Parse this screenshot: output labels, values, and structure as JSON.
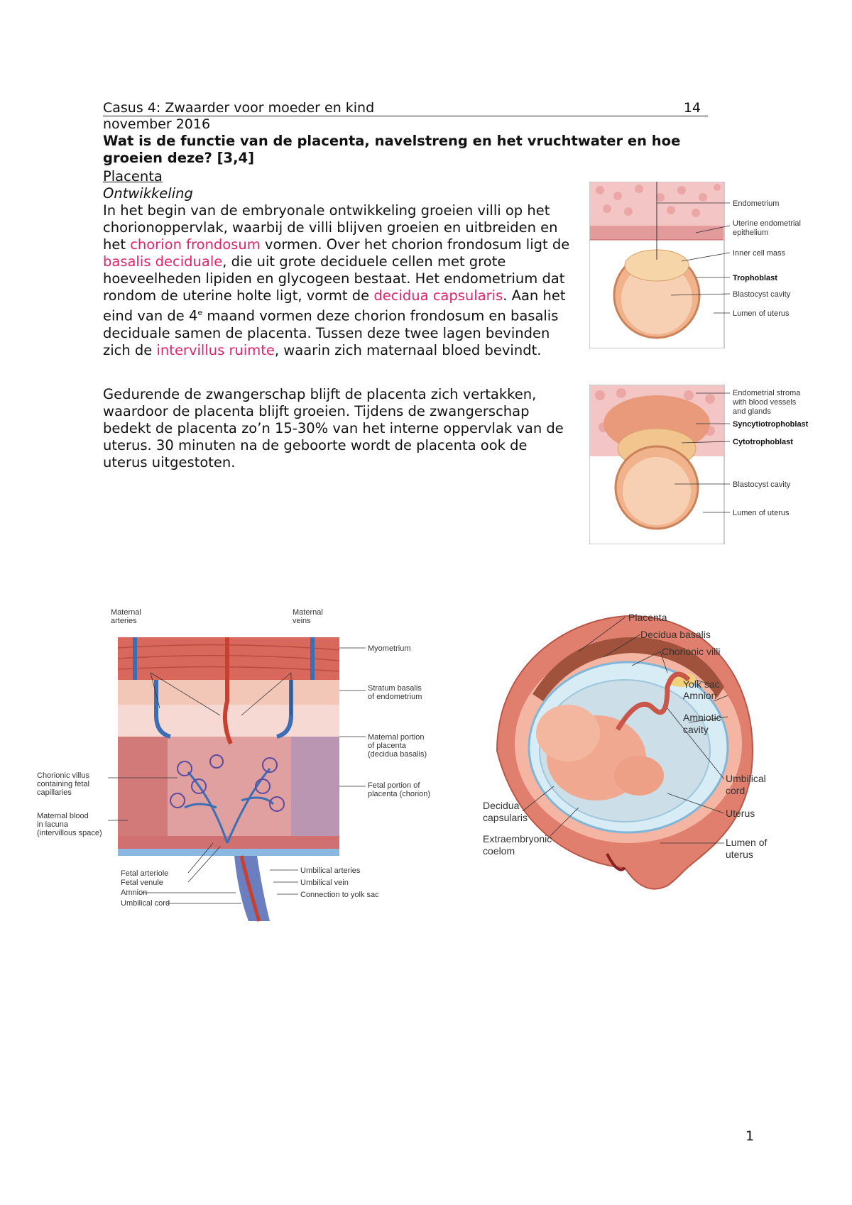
{
  "header": {
    "title": "Casus 4: Zwaarder voor moeder en kind",
    "date_day": "14",
    "date_rest": "november 2016"
  },
  "question": "Wat is de functie van de placenta, navelstreng en het vruchtwater en hoe groeien deze? [3,4]",
  "section_title": "Placenta",
  "subsection_title": "Ontwikkeling",
  "paragraph1": {
    "t1": "In het begin van de embryonale ontwikkeling groeien villi op het chorionoppervlak, waarbij de villi blijven groeien en uitbreiden en het ",
    "h1": "chorion frondosum",
    "t2": " vormen. Over het chorion frondosum ligt de ",
    "h2": "basalis deciduale",
    "t3": ", die uit grote deciduele cellen met grote hoeveelheden lipiden en glycogeen bestaat. Het endometrium dat rondom de uterine holte ligt, vormt de ",
    "h3": "decidua capsularis",
    "t4": ". Aan het eind van de 4",
    "sup": "e",
    "t5": " maand vormen deze chorion frondosum en basalis deciduale samen de placenta. Tussen deze twee lagen bevinden zich de ",
    "h4": "intervillus ruimte",
    "t6": ", waarin zich maternaal bloed bevindt."
  },
  "paragraph2": "Gedurende de zwangerschap blijft de placenta zich vertakken, waardoor de placenta blijft groeien. Tijdens de zwangerschap bedekt de placenta zo’n 15-30% van het interne oppervlak van de uterus. 30 minuten na de geboorte wordt de placenta ook de uterus uitgestoten.",
  "figure1": {
    "labels": [
      "Endometrium",
      "Uterine endometrial",
      "epithelium",
      "Inner cell mass",
      "Trophoblast",
      "Blastocyst cavity",
      "Lumen of uterus"
    ]
  },
  "figure2": {
    "labels": [
      "Endometrial stroma",
      "with blood vessels",
      "and glands",
      "Syncytiotrophoblast",
      "Cytotrophoblast",
      "Blastocyst cavity",
      "Lumen of uterus"
    ]
  },
  "figure3": {
    "labels": {
      "maternal_arteries_1": "Maternal",
      "maternal_arteries_2": "arteries",
      "maternal_veins_1": "Maternal",
      "maternal_veins_2": "veins",
      "myometrium": "Myometrium",
      "stratum_1": "Stratum basalis",
      "stratum_2": "of endometrium",
      "mat_portion_1": "Maternal portion",
      "mat_portion_2": "of placenta",
      "mat_portion_3": "(decidua basalis)",
      "chorionic_1": "Chorionic villus",
      "chorionic_2": "containing fetal",
      "chorionic_3": "capillaries",
      "fetal_portion_1": "Fetal portion of",
      "fetal_portion_2": "placenta (chorion)",
      "mat_blood_1": "Maternal blood",
      "mat_blood_2": "in lacuna",
      "mat_blood_3": "(intervillous space)",
      "fetal_arteriole": "Fetal arteriole",
      "fetal_venule": "Fetal venule",
      "amnion": "Amnion",
      "umbilical_cord": "Umbilical cord",
      "umbilical_arteries": "Umbilical arteries",
      "umbilical_vein": "Umbilical vein",
      "yolk_connection": "Connection to yolk sac"
    }
  },
  "figure4": {
    "labels": {
      "placenta": "Placenta",
      "decidua_basalis": "Decidua basalis",
      "chorionic_villi": "Chorionic villi",
      "yolk_sac": "Yolk sac",
      "amnion": "Amnion",
      "amniotic_1": "Amniotic",
      "amniotic_2": "cavity",
      "umbilical_1": "Umbilical",
      "umbilical_2": "cord",
      "uterus": "Uterus",
      "lumen_1": "Lumen of",
      "lumen_2": "uterus",
      "decidua_cap_1": "Decidua",
      "decidua_cap_2": "capsularis",
      "extra_1": "Extraembryonic",
      "extra_2": "coelom"
    }
  },
  "page_number": "1"
}
